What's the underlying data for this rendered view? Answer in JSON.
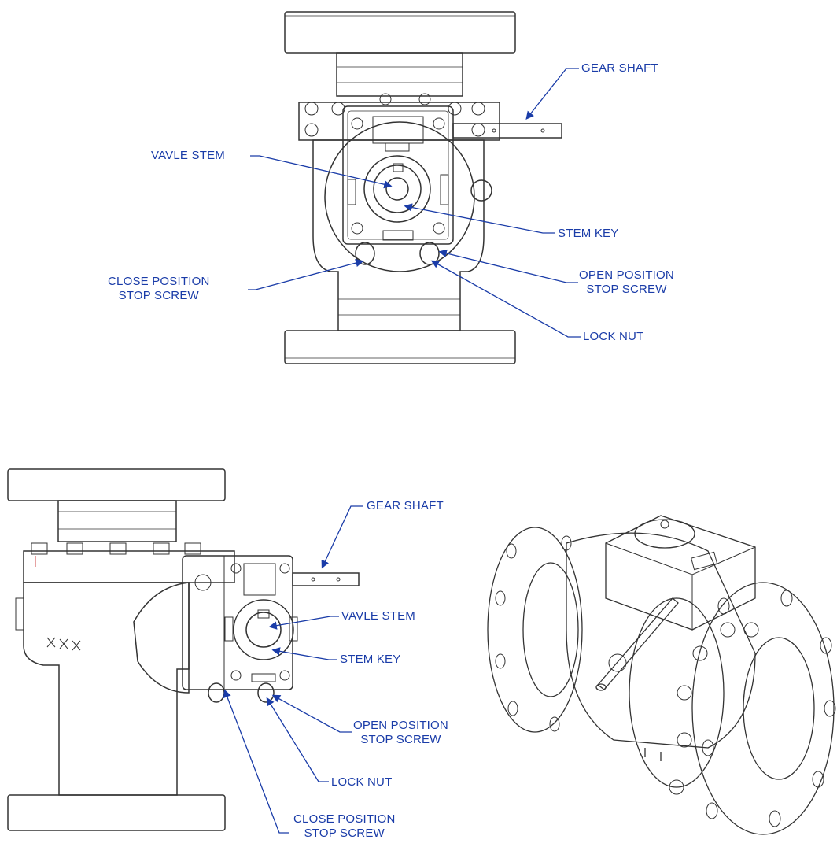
{
  "colors": {
    "label": "#1a3ca8",
    "line": "#1a3ca8",
    "drawing": "#333333"
  },
  "views": {
    "front": {
      "gear_shaft": "GEAR SHAFT",
      "valve_stem": "VAVLE STEM",
      "stem_key": "STEM KEY",
      "open_stop_1": "OPEN POSITION",
      "open_stop_2": "STOP SCREW",
      "close_stop_1": "CLOSE POSITION",
      "close_stop_2": "STOP SCREW",
      "lock_nut": "LOCK NUT"
    },
    "side": {
      "gear_shaft": "GEAR SHAFT",
      "valve_stem": "VAVLE STEM",
      "stem_key": "STEM KEY",
      "open_stop_1": "OPEN POSITION",
      "open_stop_2": "STOP SCREW",
      "lock_nut": "LOCK NUT",
      "close_stop_1": "CLOSE POSITION",
      "close_stop_2": "STOP SCREW"
    }
  }
}
